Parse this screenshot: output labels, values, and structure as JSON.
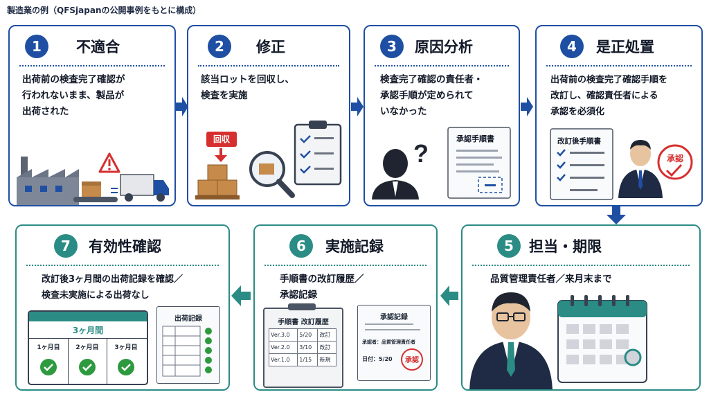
{
  "page_title": "製造業の例（QFSjapanの公開事例をもとに構成）",
  "colors": {
    "blue": "#1f4fa3",
    "teal": "#2a8c85",
    "red": "#d62f2f",
    "green": "#2e9a3f"
  },
  "steps": [
    {
      "num": "1",
      "title": "不適合",
      "desc": "出荷前の検査完了確認が\n行われないまま、製品が\n出荷された"
    },
    {
      "num": "2",
      "title": "修正",
      "desc": "該当ロットを回収し、\n検査を実施",
      "tag": "回収"
    },
    {
      "num": "3",
      "title": "原因分析",
      "desc": "検査完了確認の責任者・\n承認手順が定められて\nいなかった",
      "doc_title": "承認手順書"
    },
    {
      "num": "4",
      "title": "是正処置",
      "desc": "出荷前の検査完了確認手順を\n改訂し、確認責任者による\n承認を必須化",
      "doc_title": "改訂後手順書",
      "stamp": "承認"
    },
    {
      "num": "5",
      "title": "担当・期限",
      "desc": "品質管理責任者／来月末まで"
    },
    {
      "num": "6",
      "title": "実施記録",
      "desc": "手順書の改訂履歴／\n承認記録",
      "history_title": "手順書 改訂履歴",
      "history_rows": [
        [
          "Ver.3.0",
          "5/20",
          "改訂"
        ],
        [
          "Ver.2.0",
          "3/10",
          "改訂"
        ],
        [
          "Ver.1.0",
          "1/15",
          "新規"
        ]
      ],
      "approval_title": "承認記録",
      "approver": "承認者：品質管理責任者",
      "date": "日付：5/20",
      "stamp": "承認"
    },
    {
      "num": "7",
      "title": "有効性確認",
      "desc": "改訂後3ヶ月間の出荷記録を確認／\n検査未実施による出荷なし",
      "period": "3ヶ月間",
      "months": [
        "1ヶ月目",
        "2ヶ月目",
        "3ヶ月目"
      ],
      "record_title": "出荷記録"
    }
  ]
}
